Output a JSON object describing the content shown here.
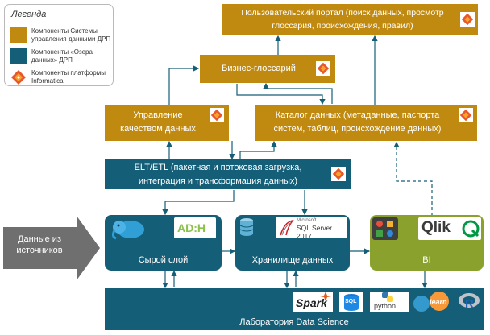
{
  "legend": {
    "title": "Легенда",
    "items": [
      {
        "text": "Компоненты Системы управления данными ДРП",
        "color": "#c08a11",
        "icon": "gold-swatch"
      },
      {
        "text": "Компоненты «Озера данных» ДРП",
        "color": "#155e78",
        "icon": "teal-swatch"
      },
      {
        "text": "Компоненты платформы Informatica",
        "icon": "informatica-logo-icon"
      }
    ]
  },
  "colors": {
    "governance": "#c08a11",
    "lake": "#155e78",
    "bi": "#8aa22d",
    "source": "#6f6f6f"
  },
  "nodes": {
    "portal": {
      "line1": "Пользовательский портал (поиск данных, просмотр",
      "line2": "глоссария, происхождения, правил)"
    },
    "glossary": {
      "label": "Бизнес-глоссарий"
    },
    "quality": {
      "line1": "Управление",
      "line2": "качеством данных"
    },
    "catalog": {
      "line1": "Каталог данных (метаданные, паспорта",
      "line2": "систем, таблиц, происхождение данных)"
    },
    "etl": {
      "line1": "ELT/ETL (пакетная и потоковая загрузка,",
      "line2": "интеграция и трансформация данных)"
    },
    "raw": {
      "label": "Сырой слой",
      "logos": [
        "hadoop-elephant-icon",
        "arenadata-hadoop-logo"
      ],
      "logo_text": "AD:H"
    },
    "dwh": {
      "label": "Хранилище данных",
      "logo_text": "SQL Server 2017",
      "logo_small": "Microsoft"
    },
    "bi": {
      "label": "BI",
      "logo_text": "Qlik"
    },
    "lab": {
      "label": "Лаборатория Data Science",
      "tools": [
        "Spark",
        "SQL",
        "python",
        "learn",
        "R"
      ]
    },
    "sources": {
      "line1": "Данные из",
      "line2": "источников"
    }
  }
}
